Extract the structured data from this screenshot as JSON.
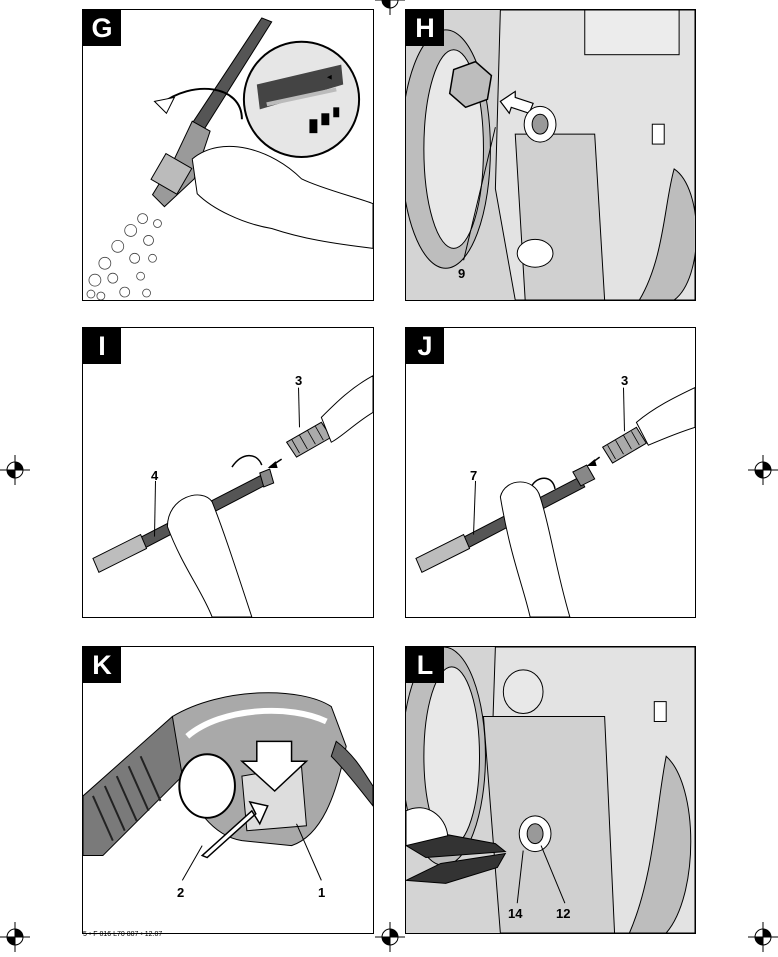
{
  "panels": {
    "G": {
      "letter": "G"
    },
    "H": {
      "letter": "H",
      "callouts": [
        "9"
      ]
    },
    "I": {
      "letter": "I",
      "callouts": [
        "3",
        "4"
      ]
    },
    "J": {
      "letter": "J",
      "callouts": [
        "3",
        "7"
      ]
    },
    "K": {
      "letter": "K",
      "callouts": [
        "2",
        "1"
      ]
    },
    "L": {
      "letter": "L",
      "callouts": [
        "14",
        "12"
      ]
    }
  },
  "footer": {
    "text": "5 • F 016 L70 807 • 12.07"
  },
  "icons": [
    "registration-mark-icon"
  ]
}
